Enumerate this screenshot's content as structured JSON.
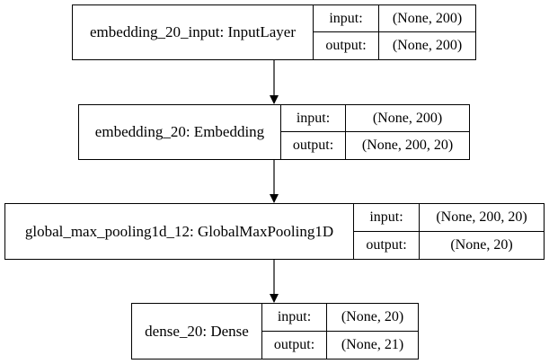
{
  "diagram": {
    "io_labels": {
      "input": "input:",
      "output": "output:"
    },
    "nodes": [
      {
        "name": "embedding_20_input: InputLayer",
        "input": "(None, 200)",
        "output": "(None, 200)"
      },
      {
        "name": "embedding_20: Embedding",
        "input": "(None, 200)",
        "output": "(None, 200, 20)"
      },
      {
        "name": "global_max_pooling1d_12: GlobalMaxPooling1D",
        "input": "(None, 200, 20)",
        "output": "(None, 20)"
      },
      {
        "name": "dense_20: Dense",
        "input": "(None, 20)",
        "output": "(None, 21)"
      }
    ],
    "edges": [
      {
        "from": "embedding_20_input: InputLayer",
        "to": "embedding_20: Embedding"
      },
      {
        "from": "embedding_20: Embedding",
        "to": "global_max_pooling1d_12: GlobalMaxPooling1D"
      },
      {
        "from": "global_max_pooling1d_12: GlobalMaxPooling1D",
        "to": "dense_20: Dense"
      }
    ],
    "colors": {
      "stroke": "#000000",
      "background": "#ffffff"
    }
  }
}
